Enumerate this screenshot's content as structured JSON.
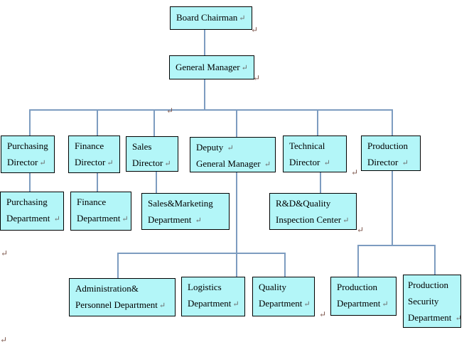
{
  "document": {
    "background": "#ffffff"
  },
  "colors": {
    "box_fill": "#b3f6f8",
    "box_border": "#000000",
    "connector_line": "#7d9cc0",
    "text": "#000000",
    "line_break_mark": "#6a6a6a",
    "stray_mark": "#7d574d"
  },
  "marks": {
    "glyph": "↵"
  },
  "boxes": {
    "board_chairman": {
      "lines": [
        {
          "t": "Board Chairman",
          "m": "↵"
        }
      ]
    },
    "general_manager": {
      "lines": [
        {
          "t": "General Manager",
          "m": "↵"
        }
      ]
    },
    "purchasing_director": {
      "lines": [
        {
          "t": "Purchasing",
          "m": ""
        },
        {
          "t": "Director",
          "m": "↵"
        }
      ]
    },
    "finance_director": {
      "lines": [
        {
          "t": "Finance",
          "m": ""
        },
        {
          "t": "Director",
          "m": "↵"
        }
      ]
    },
    "sales_director": {
      "lines": [
        {
          "t": "Sales",
          "m": ""
        },
        {
          "t": "Director",
          "m": "↵"
        }
      ]
    },
    "deputy_general_manager": {
      "lines": [
        {
          "t": "Deputy ",
          "m": "↵"
        },
        {
          "t": "General Manager ",
          "m": "↵"
        }
      ]
    },
    "technical_director": {
      "lines": [
        {
          "t": "Technical",
          "m": ""
        },
        {
          "t": "Director ",
          "m": "↵"
        }
      ]
    },
    "production_director": {
      "lines": [
        {
          "t": "Production",
          "m": ""
        },
        {
          "t": "Director ",
          "m": "↵"
        }
      ]
    },
    "purchasing_department": {
      "lines": [
        {
          "t": "Purchasing",
          "m": ""
        },
        {
          "t": "Department ",
          "m": "↵"
        }
      ]
    },
    "finance_department": {
      "lines": [
        {
          "t": "Finance",
          "m": ""
        },
        {
          "t": "Department",
          "m": "↵"
        }
      ]
    },
    "sales_marketing_department": {
      "lines": [
        {
          "t": "Sales&Marketing",
          "m": ""
        },
        {
          "t": "Department ",
          "m": "↵"
        }
      ]
    },
    "rd_quality_inspection_center": {
      "lines": [
        {
          "t": "R&D&Quality",
          "m": ""
        },
        {
          "t": "Inspection Center",
          "m": "↵"
        }
      ]
    },
    "admin_personnel_department": {
      "lines": [
        {
          "t": "Administration&",
          "m": ""
        },
        {
          "t": "Personnel Department",
          "m": "↵"
        }
      ]
    },
    "logistics_department": {
      "lines": [
        {
          "t": "Logistics",
          "m": ""
        },
        {
          "t": "Department",
          "m": "↵"
        }
      ]
    },
    "quality_department": {
      "lines": [
        {
          "t": "Quality",
          "m": ""
        },
        {
          "t": "Department",
          "m": "↵"
        }
      ]
    },
    "production_department": {
      "lines": [
        {
          "t": "Production",
          "m": ""
        },
        {
          "t": "Department",
          "m": "↵"
        }
      ]
    },
    "production_security_department": {
      "lines": [
        {
          "t": "Production",
          "m": ""
        },
        {
          "t": "Security",
          "m": ""
        },
        {
          "t": "Department ",
          "m": "↵"
        }
      ]
    }
  }
}
